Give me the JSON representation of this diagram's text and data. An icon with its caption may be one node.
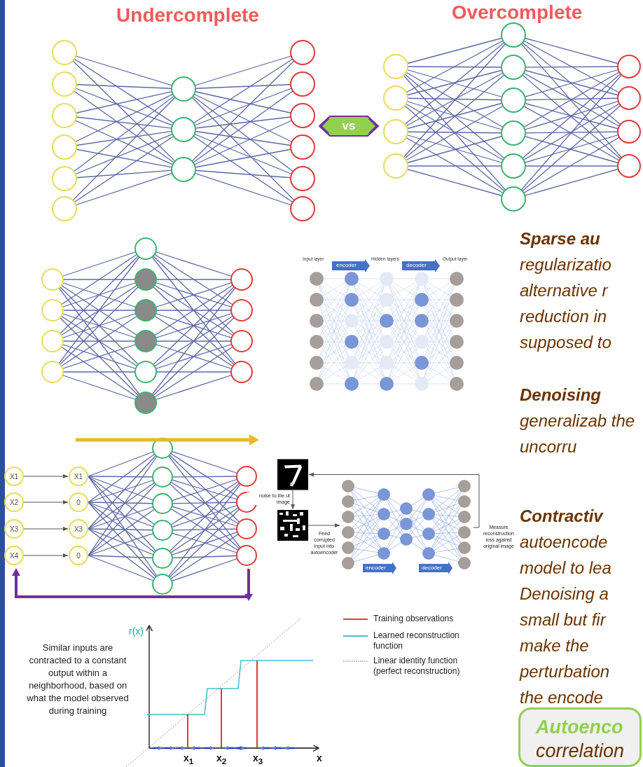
{
  "diagram": {
    "nodes": [
      {
        "text": [
          "X1"
        ]
      },
      {
        "text": [
          "X2"
        ]
      },
      {
        "text": [
          "X3"
        ]
      },
      {
        "text": [
          "X4"
        ]
      },
      {
        "text": [
          "X1"
        ]
      },
      {
        "text": [
          "0"
        ]
      },
      {
        "text": [
          "X3"
        ]
      },
      {
        "text": [
          "0"
        ]
      },
      {
        "text": [],
        "shape": "picture"
      },
      {
        "text": [],
        "shape": "picture"
      },
      {
        "text": [],
        "shape": "picture"
      },
      {
        "text": [
          "Autoenco",
          "correlation"
        ]
      }
    ],
    "edges": [
      {
        "from": 0,
        "to": 4,
        "arrow": "to"
      },
      {
        "from": 1,
        "to": 5,
        "arrow": "to"
      },
      {
        "from": 2,
        "to": 6,
        "arrow": "to"
      },
      {
        "from": 3,
        "to": 7,
        "arrow": "to"
      },
      {
        "from": 8,
        "to": 9,
        "arrow": "to",
        "label": "noise to the ut image"
      },
      {
        "from": 9,
        "to": 10,
        "arrow": "to",
        "label": "Feed corrupted input into autoencoder"
      },
      {
        "from": 10,
        "to": 8,
        "arrow": "to",
        "label": "Measure reconstruction loss against original image"
      }
    ],
    "labels": [
      "Undercomplete",
      "vs",
      "Overcomplete",
      "Input layer",
      "encoder",
      "Hidden layers",
      "decoder",
      "Output layer",
      "**Sparse au** regularizatio alternative r reduction in supposed to",
      "**Denoising** generalizab the uncorru",
      "encoder",
      "decoder",
      "**Contractiv** autoencode model to lea Denoising a small but fir make the perturbation the encode",
      "Similar inputs are contracted to a constant output within a neighborhood, based on what the model observed during training",
      "r(x)",
      "x$_{1}$",
      "x$_{2}$",
      "x$_{3}$",
      "x"
    ],
    "legend": [
      {
        "text": "Training observations"
      },
      {
        "text": "Learned reconstruction function"
      },
      {
        "text": "Linear identity function (perfect reconstruction)"
      }
    ]
  }
}
